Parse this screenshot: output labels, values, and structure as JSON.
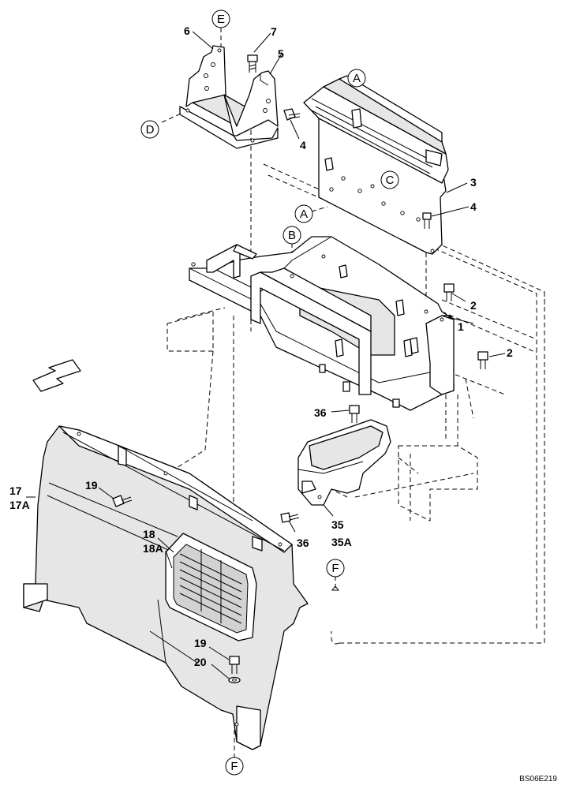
{
  "callouts": {
    "p1": "1",
    "p2a": "2",
    "p2b": "2",
    "p3": "3",
    "p4a": "4",
    "p4b": "4",
    "p5": "5",
    "p6": "6",
    "p7": "7",
    "p17": "17",
    "p17A": "17A",
    "p18": "18",
    "p18A": "18A",
    "p19a": "19",
    "p19b": "19",
    "p20": "20",
    "p35": "35",
    "p35A": "35A",
    "p36a": "36",
    "p36b": "36"
  },
  "refs": {
    "E": "E",
    "A1": "A",
    "A2": "A",
    "B": "B",
    "C": "C",
    "D": "D",
    "F1": "F",
    "F2": "F"
  },
  "drawing_code": "BS06E219"
}
